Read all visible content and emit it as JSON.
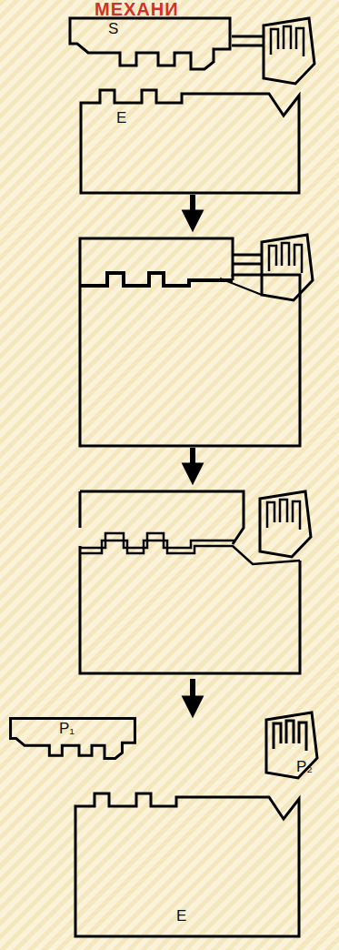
{
  "diagram": {
    "title": "МЕХАНИ",
    "nodes": [
      {
        "text": [
          "S"
        ]
      },
      {
        "text": [
          "E"
        ]
      },
      {
        "text": [
          "P₁"
        ]
      },
      {
        "text": [
          "P₂"
        ]
      },
      {
        "text": [
          "E"
        ]
      }
    ]
  }
}
